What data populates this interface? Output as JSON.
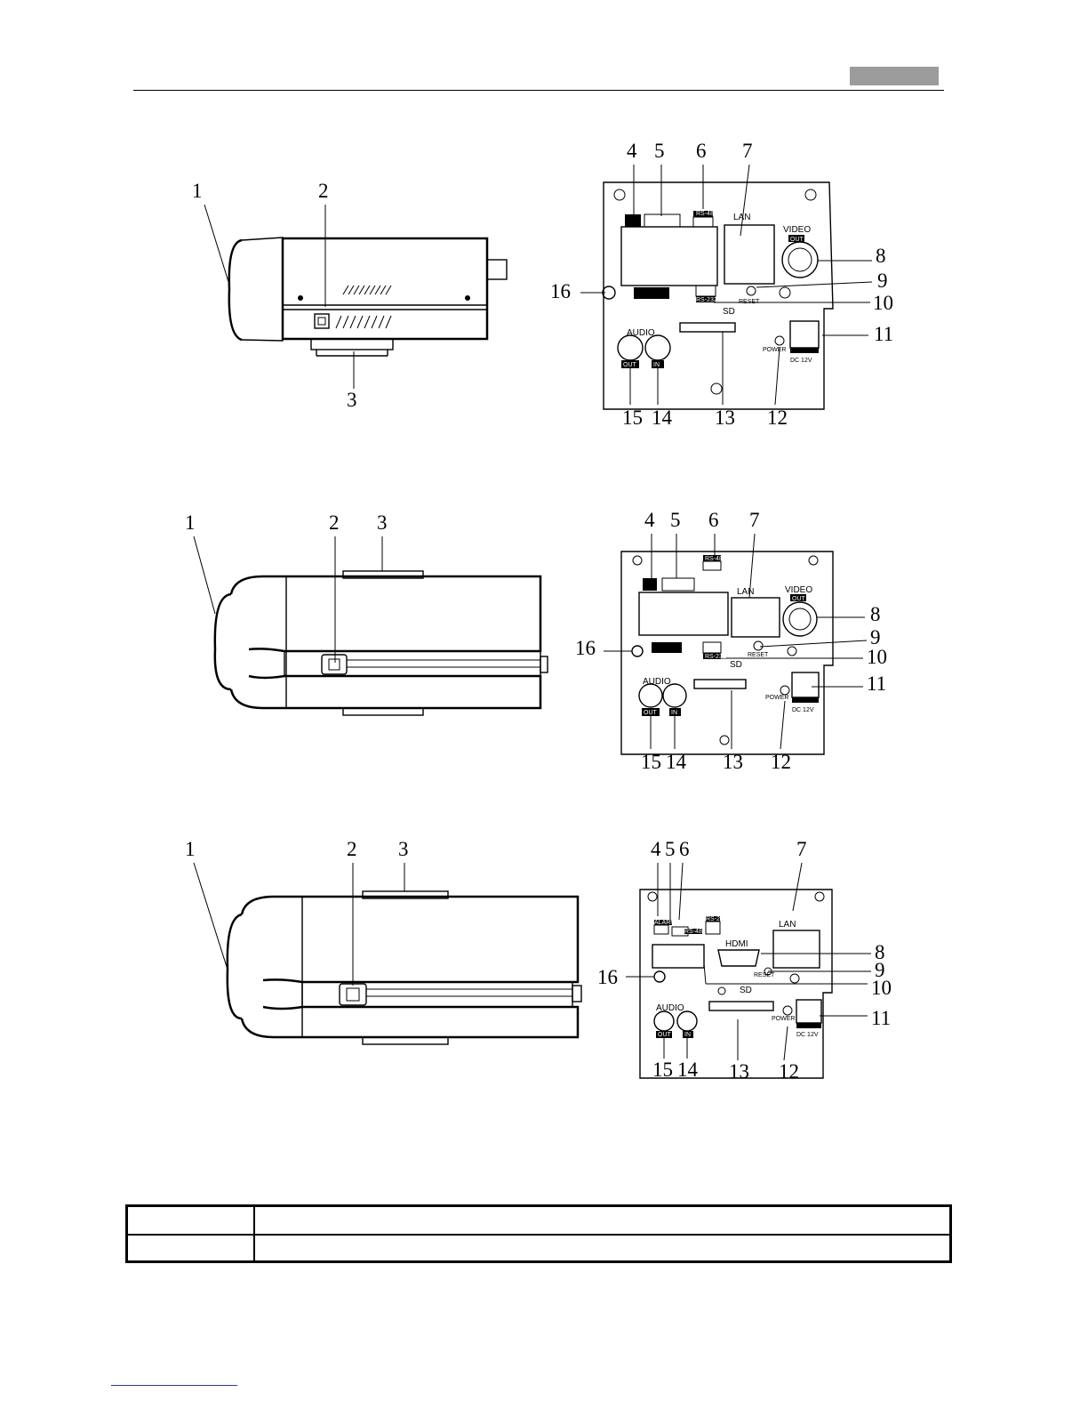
{
  "figures": [
    {
      "side_view": {
        "callouts": [
          "1",
          "2",
          "3"
        ]
      },
      "rear_panel": {
        "callouts": [
          "4",
          "5",
          "6",
          "7",
          "8",
          "9",
          "10",
          "11",
          "12",
          "13",
          "14",
          "15",
          "16"
        ],
        "labels": {
          "lan": "LAN",
          "video": "VIDEO",
          "out": "OUT",
          "reset": "RESET",
          "sd": "SD",
          "audio": "AUDIO",
          "audio_out": "OUT",
          "audio_in": "IN",
          "power": "POWER",
          "dc": "DC 12V",
          "rs485": "RS-485",
          "rs232": "RS-232"
        }
      }
    },
    {
      "side_view": {
        "callouts": [
          "1",
          "2",
          "3"
        ]
      },
      "rear_panel": {
        "callouts": [
          "4",
          "5",
          "6",
          "7",
          "8",
          "9",
          "10",
          "11",
          "12",
          "13",
          "14",
          "15",
          "16"
        ],
        "labels": {
          "lan": "LAN",
          "video": "VIDEO",
          "out": "OUT",
          "reset": "RESET",
          "sd": "SD",
          "audio": "AUDIO",
          "audio_out": "OUT",
          "audio_in": "IN",
          "power": "POWER",
          "dc": "DC 12V",
          "rs485": "RS-485",
          "rs232": "RS-232"
        }
      }
    },
    {
      "side_view": {
        "callouts": [
          "1",
          "2",
          "3"
        ]
      },
      "rear_panel": {
        "callouts": [
          "4",
          "5",
          "6",
          "7",
          "8",
          "9",
          "10",
          "11",
          "12",
          "13",
          "14",
          "15",
          "16"
        ],
        "labels": {
          "lan": "LAN",
          "hdmi": "HDMI",
          "reset": "RESET",
          "sd": "SD",
          "audio": "AUDIO",
          "audio_out": "OUT",
          "audio_in": "IN",
          "power": "POWER",
          "dc": "DC 12V",
          "alarm": "ALARM",
          "rs485": "RS-485",
          "rs232": "RS-232"
        }
      }
    }
  ],
  "table": {
    "rows": [
      [
        "",
        ""
      ],
      [
        "",
        ""
      ]
    ]
  }
}
